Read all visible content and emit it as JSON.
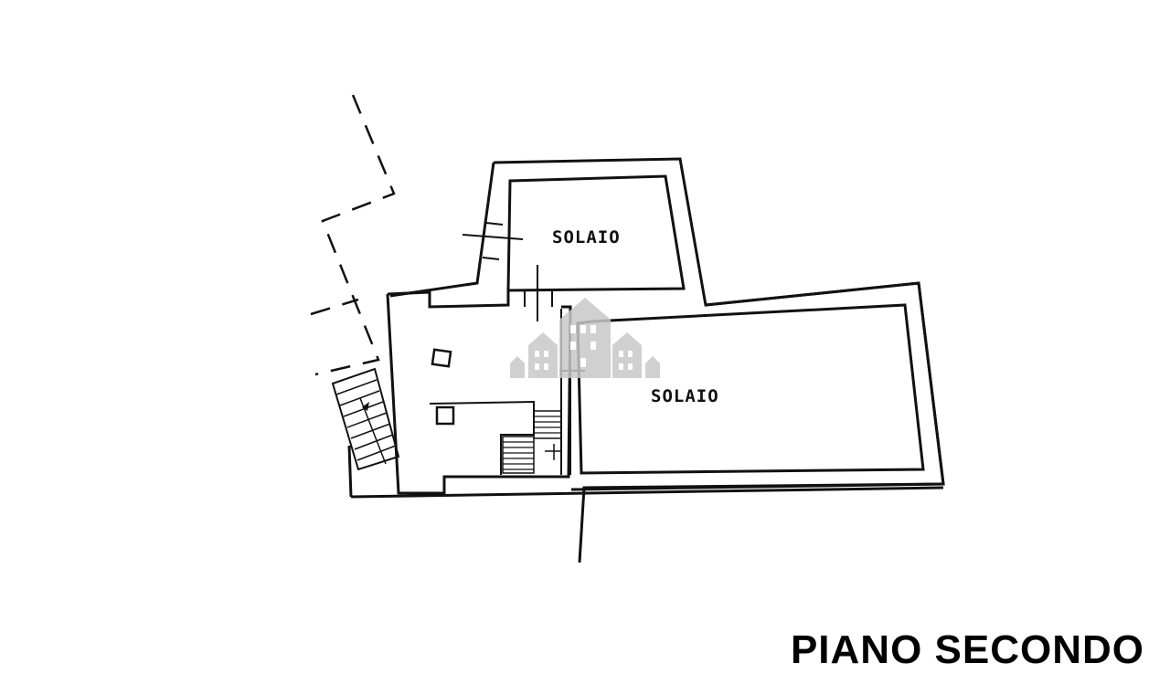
{
  "plan": {
    "rooms": [
      {
        "id": "upper",
        "label": "SOLAIO"
      },
      {
        "id": "right",
        "label": "SOLAIO"
      }
    ],
    "floor_title": "PIANO SECONDO"
  },
  "icons": {
    "watermark": "houses-watermark-icon",
    "stair": "staircase-icon",
    "fixture": "square-fixture-icon"
  },
  "colors": {
    "line": "#111111",
    "watermark": "#c8c8c8",
    "background": "#ffffff"
  }
}
